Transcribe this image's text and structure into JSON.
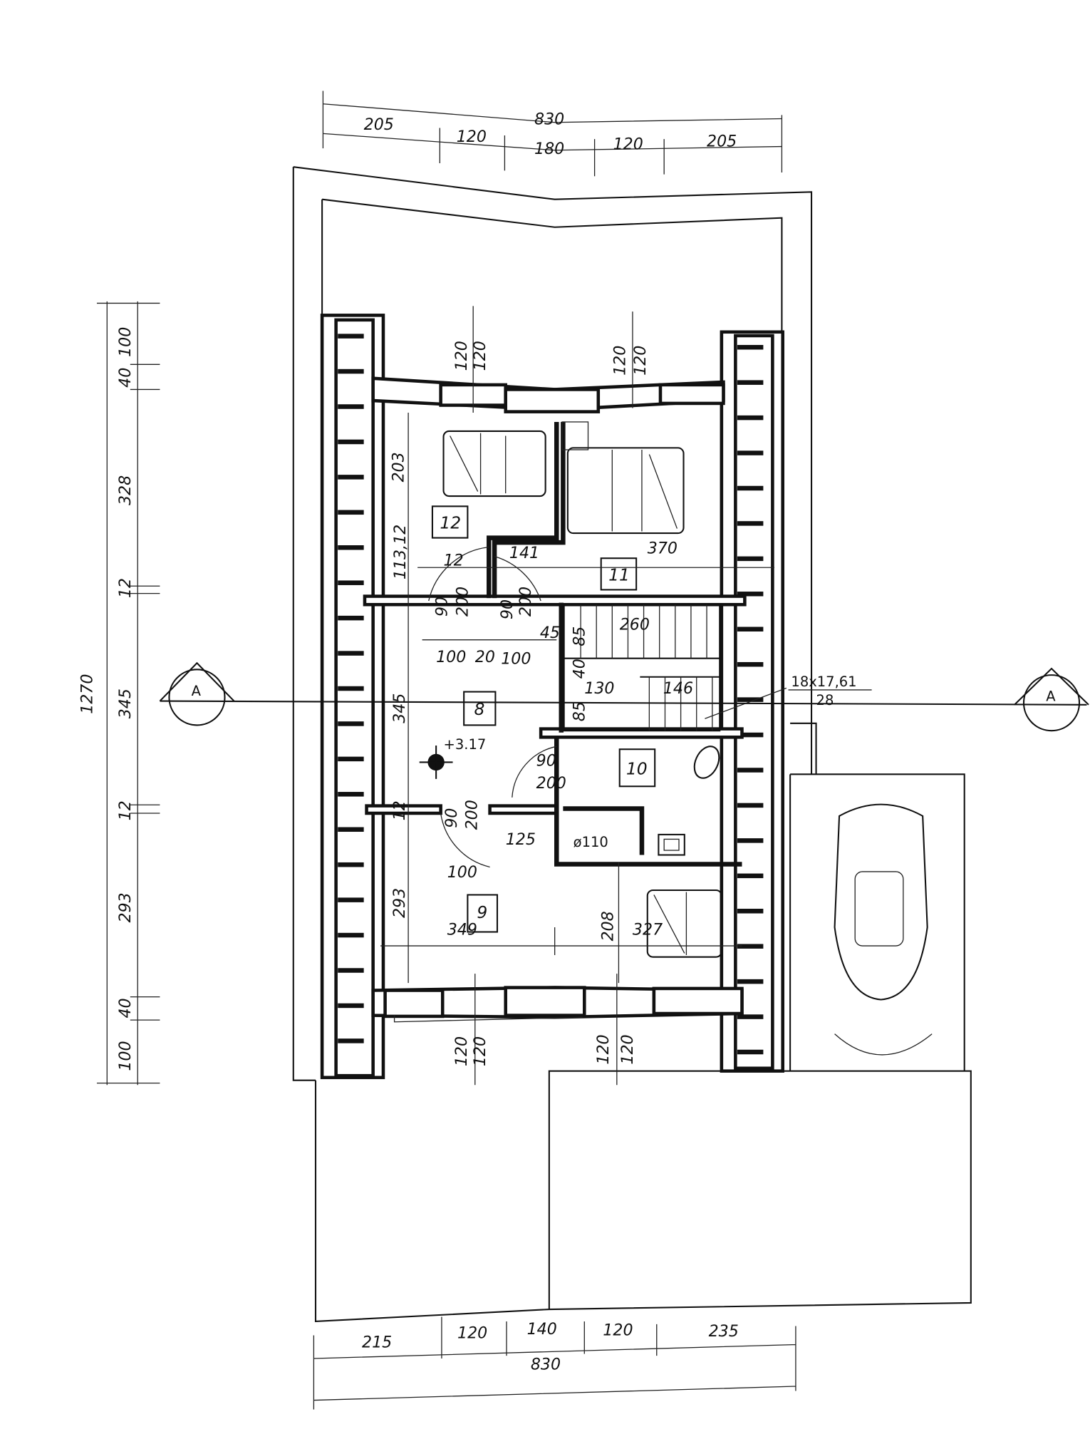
{
  "title": "Attic floor plan",
  "top_dims": [
    "830",
    "205",
    "120",
    "180",
    "120",
    "205"
  ],
  "bottom_dims": [
    "215",
    "120",
    "140",
    "120",
    "235",
    "830"
  ],
  "left_dims": [
    "1270",
    "100",
    "40",
    "328",
    "12",
    "345",
    "12",
    "293",
    "40",
    "100"
  ],
  "window_dims": [
    "120",
    "120",
    "120",
    "120",
    "120",
    "120",
    "120",
    "120"
  ],
  "rooms": [
    "12",
    "11",
    "8",
    "10",
    "9"
  ],
  "room_dims": {
    "d203": "203",
    "d113": "113,12",
    "d12a": "12",
    "d141": "141",
    "d370": "370",
    "d90a": "90",
    "d200a": "200",
    "d90b": "90",
    "d200b": "200",
    "d45": "45",
    "d85a": "85",
    "d260": "260",
    "d100a": "100",
    "d20": "20",
    "d100b": "100",
    "d40": "40",
    "d130": "130",
    "d146": "146",
    "d85b": "85",
    "d345": "345",
    "level": "+3.17",
    "d90c": "90",
    "d200c": "200",
    "d12b": "12",
    "d90d": "90",
    "d200d": "200",
    "d125": "125",
    "pipe": "ø110",
    "d100c": "100",
    "d293": "293",
    "d349": "349",
    "d208": "208",
    "d327": "327"
  },
  "stairs": {
    "spec": "18x17,61",
    "tread": "28"
  },
  "section_marker": "A"
}
